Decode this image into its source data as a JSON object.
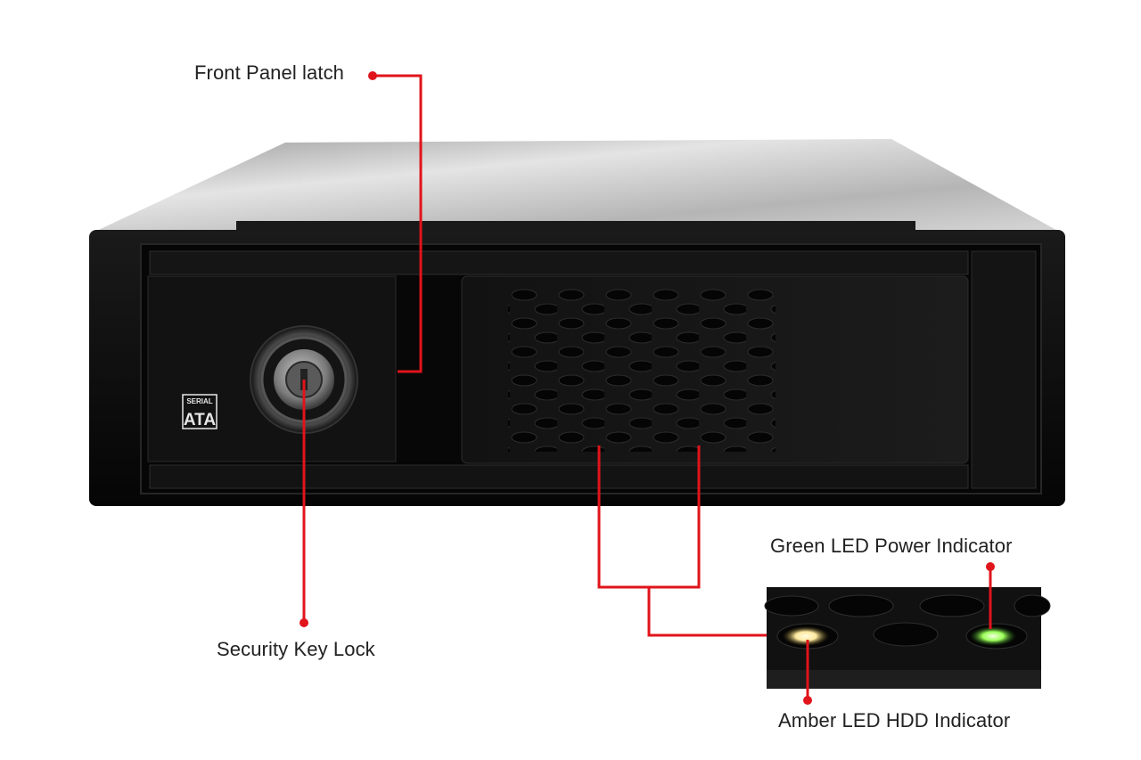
{
  "callouts": {
    "front_panel_latch": "Front Panel latch",
    "security_key_lock": "Security Key Lock",
    "green_led": "Green LED Power Indicator",
    "amber_led": "Amber LED HDD Indicator"
  },
  "device": {
    "badge_top": "SERIAL",
    "badge_main": "ATA"
  },
  "colors": {
    "callout_line": "#e0141b",
    "chassis": "#0d0d0d",
    "top_lid": "#c9c9c9",
    "green_led": "#9cff5a",
    "amber_led": "#ffe9a0",
    "label_text": "#222222"
  }
}
